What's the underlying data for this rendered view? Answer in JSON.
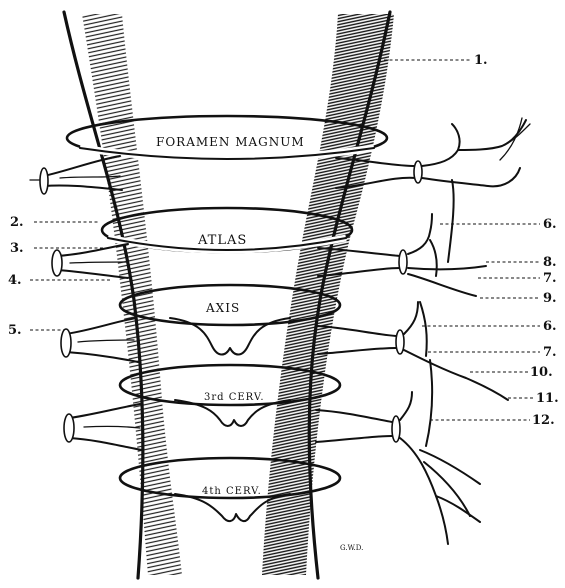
{
  "figure": {
    "level_labels": {
      "foramen_magnum": "FORAMEN MAGNUM",
      "atlas": "ATLAS",
      "axis": "AXIS",
      "cerv3": "3rd CERV.",
      "cerv4": "4th CERV."
    },
    "callouts_left": [
      "2.",
      "3.",
      "4.",
      "5."
    ],
    "callouts_right": [
      "1.",
      "6.",
      "8.",
      "7.",
      "9.",
      "6.",
      "7.",
      "10.",
      "11.",
      "12."
    ],
    "signature": "G.W.D."
  }
}
